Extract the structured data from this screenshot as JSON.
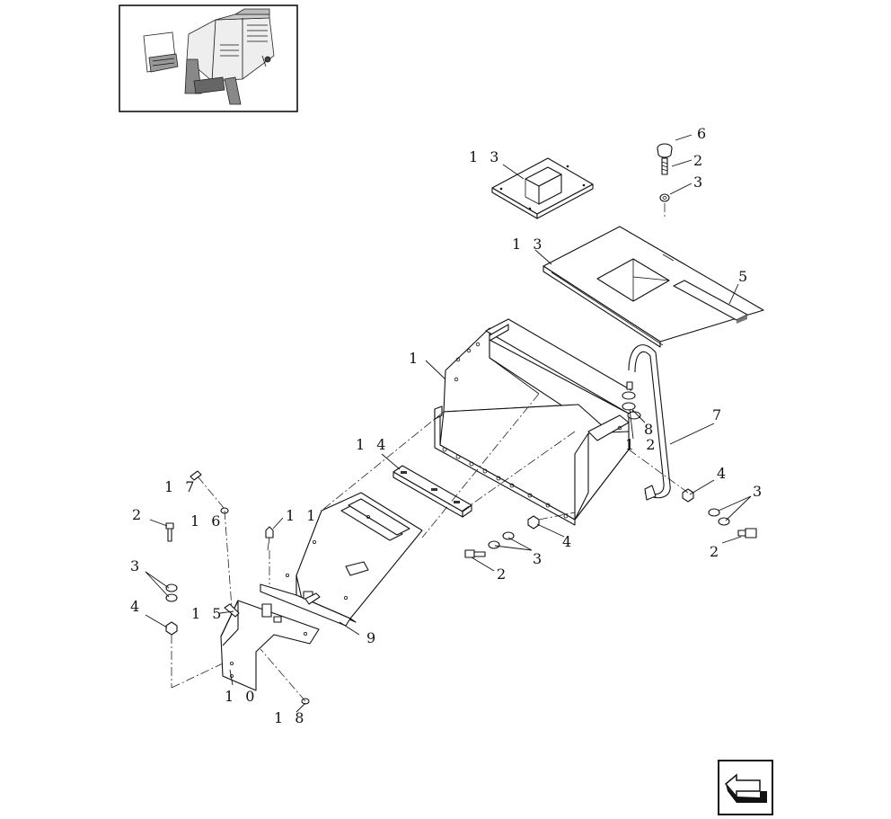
{
  "diagram": {
    "callouts": {
      "c1": "1",
      "c2a": "2",
      "c2b": "2",
      "c2c": "2",
      "c2d": "2",
      "c3a": "3",
      "c3b": "3",
      "c3c": "3",
      "c3d": "3",
      "c4a": "4",
      "c4b": "4",
      "c4c": "4",
      "c5": "5",
      "c6": "6",
      "c7": "7",
      "c8": "8",
      "c9": "9",
      "c10": "1 0",
      "c11": "1 1",
      "c12": "1 2",
      "c13a": "1 3",
      "c13b": "1 3",
      "c14": "1 4",
      "c15": "1 5",
      "c16": "1 6",
      "c17": "1 7",
      "c18": "1 8"
    },
    "navigation_icon": "previous-page-arrow-icon",
    "thumbnail_icon": "machine-location-thumbnail"
  }
}
